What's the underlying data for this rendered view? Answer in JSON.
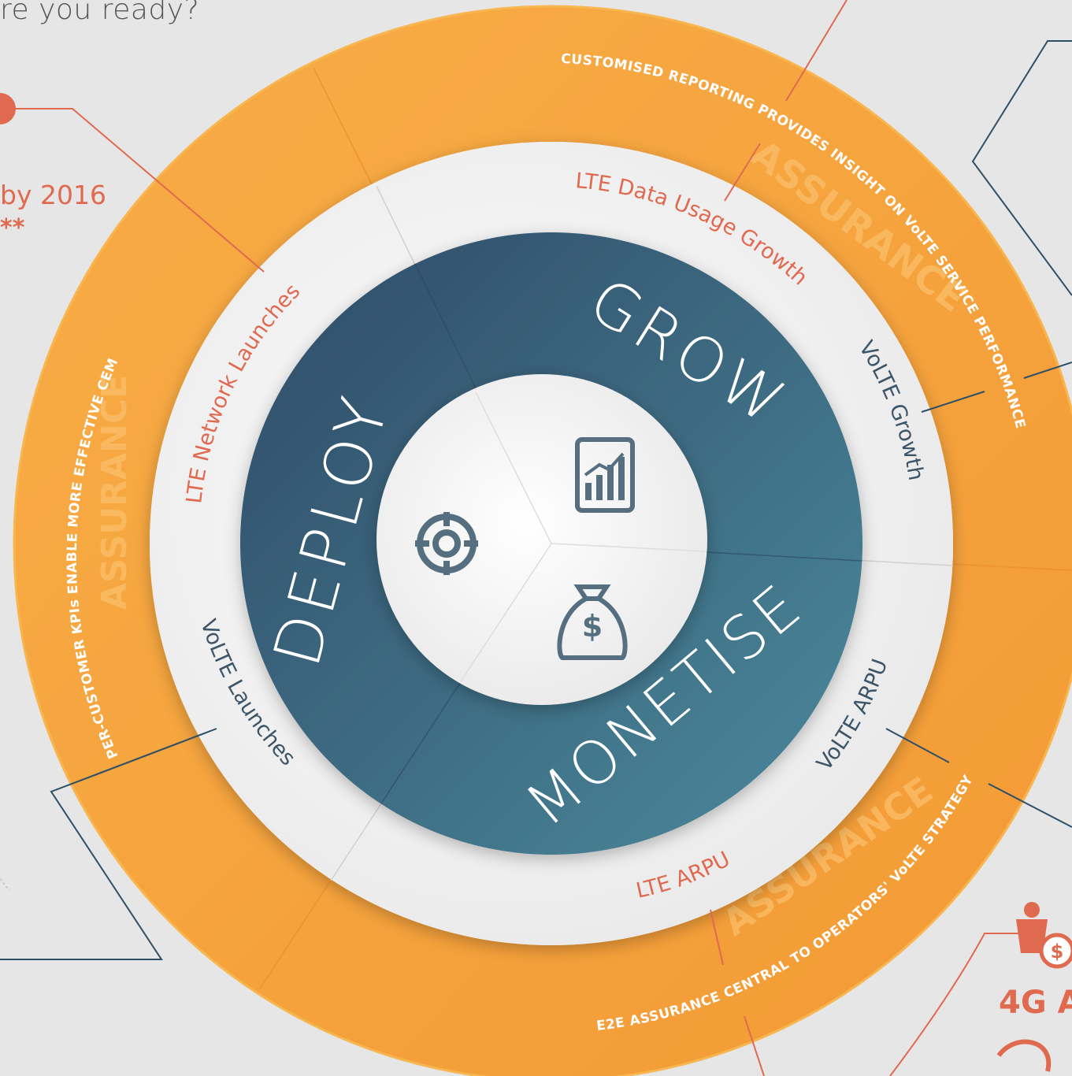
{
  "top_left_heading": "re you ready?",
  "top_left_stat": "by 2016",
  "top_left_stat_mark": "**",
  "bottom_right_label": "4G A",
  "center": {
    "segments": [
      {
        "key": "deploy",
        "label": "DEPLOY",
        "icon": "target-icon"
      },
      {
        "key": "grow",
        "label": "GROW",
        "icon": "growth-chart-icon"
      },
      {
        "key": "monetise",
        "label": "MONETISE",
        "icon": "money-bag-icon"
      }
    ]
  },
  "middle_ring_labels": {
    "lte_network_launches": "LTE Network Launches",
    "lte_data_usage_growth": "LTE Data Usage Growth",
    "volte_growth": "VoLTE Growth",
    "volte_arpu": "VoLTE ARPU",
    "lte_arpu": "LTE ARPU",
    "volte_launches": "VoLTE Launches"
  },
  "outer_ring": {
    "watermark": "ASSURANCE",
    "statements": {
      "reporting": "CUSTOMISED REPORTING PROVIDES INSIGHT ON VoLTE SERVICE PERFORMANCE",
      "kpis": "PER-CUSTOMER KPIs ENABLE MORE EFFECTIVE CEM",
      "e2e": "E2E ASSURANCE CENTRAL TO OPERATORS' VoLTE STRATEGY"
    }
  },
  "colors": {
    "orange_outer": "#f6a543",
    "orange_inner": "#f2962f",
    "teal_dark": "#33546f",
    "teal_light": "#4a8599",
    "accent_red": "#e06a50",
    "line_dark": "#2f4f66"
  }
}
